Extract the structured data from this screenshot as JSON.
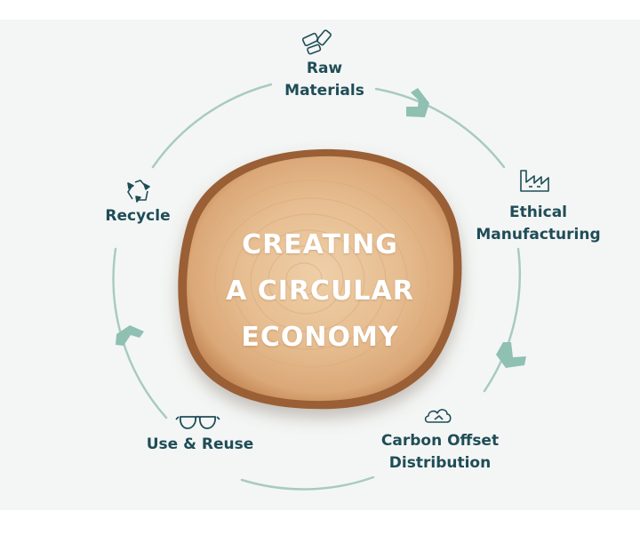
{
  "center": {
    "line1": "CREATING",
    "line2": "A CIRCULAR",
    "line3": "ECONOMY"
  },
  "stages": {
    "raw_materials": {
      "line1": "Raw",
      "line2": "Materials",
      "icon": "materials-icon"
    },
    "ethical_manufacturing": {
      "line1": "Ethical",
      "line2": "Manufacturing",
      "icon": "factory-icon"
    },
    "carbon_offset": {
      "line1": "Carbon Offset",
      "line2": "Distribution",
      "icon": "cloud-icon"
    },
    "use_reuse": {
      "line1": "Use & Reuse",
      "icon": "glasses-icon"
    },
    "recycle": {
      "line1": "Recycle",
      "icon": "recycle-icon"
    }
  },
  "colors": {
    "text": "#1f4d57",
    "cycle_line": "#a8cbc1",
    "arrow": "#8fc0b2",
    "background": "#f4f6f5",
    "wood": "#e2b88c"
  }
}
